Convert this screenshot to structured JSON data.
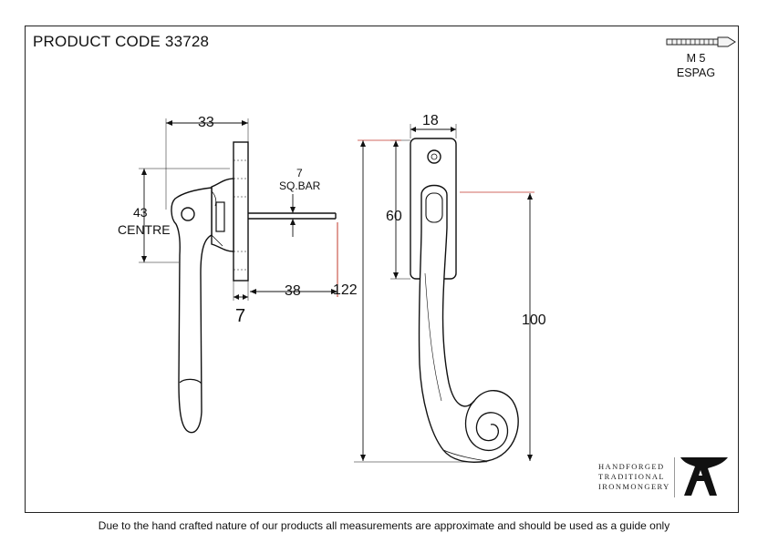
{
  "header": {
    "product_code": "PRODUCT CODE 33728"
  },
  "screw": {
    "size": "M 5",
    "type": "ESPAG"
  },
  "side_view": {
    "depth": "33",
    "centre_value": "43",
    "centre_label": "CENTRE",
    "bar_size": "7",
    "bar_label": "SQ.BAR",
    "bar_length": "38",
    "plate_thickness": "7"
  },
  "front_view": {
    "width": "18",
    "plate_height": "60",
    "overall_height": "122",
    "handle_length": "100"
  },
  "brand": {
    "line1": "HANDFORGED",
    "line2": "TRADITIONAL",
    "line3": "IRONMONGERY"
  },
  "footer": {
    "disclaimer": "Due to the hand crafted nature of our products all measurements are approximate and should be used as a guide only"
  }
}
